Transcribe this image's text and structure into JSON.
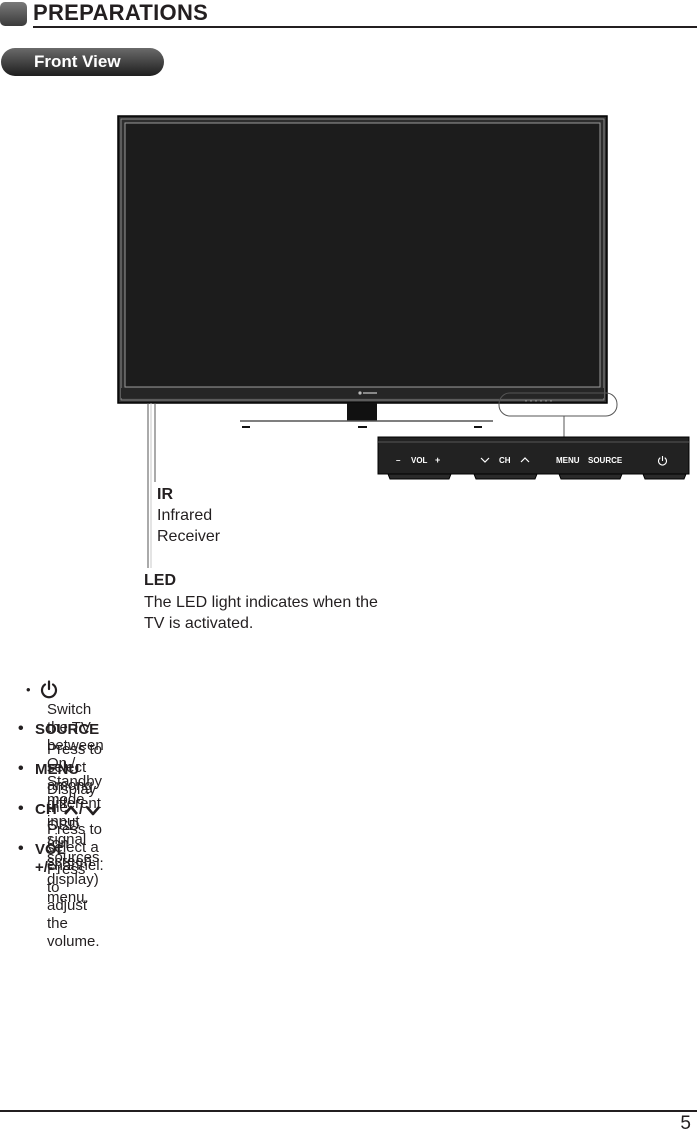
{
  "header": {
    "title": "PREPARATIONS"
  },
  "section": {
    "label": "Front View"
  },
  "diagram": {
    "ir": {
      "title": "IR",
      "line1": "Infrared",
      "line2": "Receiver"
    },
    "led": {
      "title": "LED",
      "line1": "The LED light indicates when the",
      "line2": "TV is activated."
    },
    "panel": {
      "vol_minus": "–",
      "vol": "VOL",
      "vol_plus": "+",
      "ch": "CH",
      "menu": "MENU",
      "source": "SOURCE"
    }
  },
  "list": [
    {
      "title": "",
      "icon": "power-icon",
      "desc": "Switch the TV between On / Standby mode."
    },
    {
      "title": "SOURCE",
      "desc": "Press to select among different input signal sources."
    },
    {
      "title": "MENU",
      "desc": "Display the OSD (on screen display) menu."
    },
    {
      "title": "CH",
      "slash": "/",
      "icon": "chevron-up-down-icons",
      "desc": "Press to select a channel."
    },
    {
      "title": "VOL +/-",
      "desc": "Press to adjust the volume."
    }
  ],
  "footer": {
    "page_number": "5"
  }
}
